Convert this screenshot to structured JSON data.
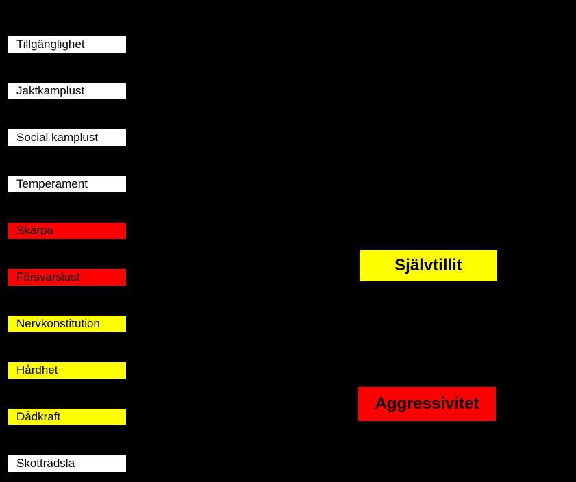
{
  "colors": {
    "background": "#000000",
    "white": "#FFFFFF",
    "red": "#FF0000",
    "yellow": "#FFFF00"
  },
  "traits": [
    {
      "label": "Tillgänglighet",
      "color": "white"
    },
    {
      "label": "Jaktkamplust",
      "color": "white"
    },
    {
      "label": "Social kamplust",
      "color": "white"
    },
    {
      "label": "Temperament",
      "color": "white"
    },
    {
      "label": "Skärpa",
      "color": "red"
    },
    {
      "label": "Försvarslust",
      "color": "red"
    },
    {
      "label": "Nervkonstitution",
      "color": "yellow"
    },
    {
      "label": "Hårdhet",
      "color": "yellow"
    },
    {
      "label": "Dådkraft",
      "color": "yellow"
    },
    {
      "label": "Skotträdsla",
      "color": "white"
    }
  ],
  "summaries": [
    {
      "label": "Självtillit",
      "color": "yellow"
    },
    {
      "label": "Aggressivitet",
      "color": "red"
    }
  ]
}
